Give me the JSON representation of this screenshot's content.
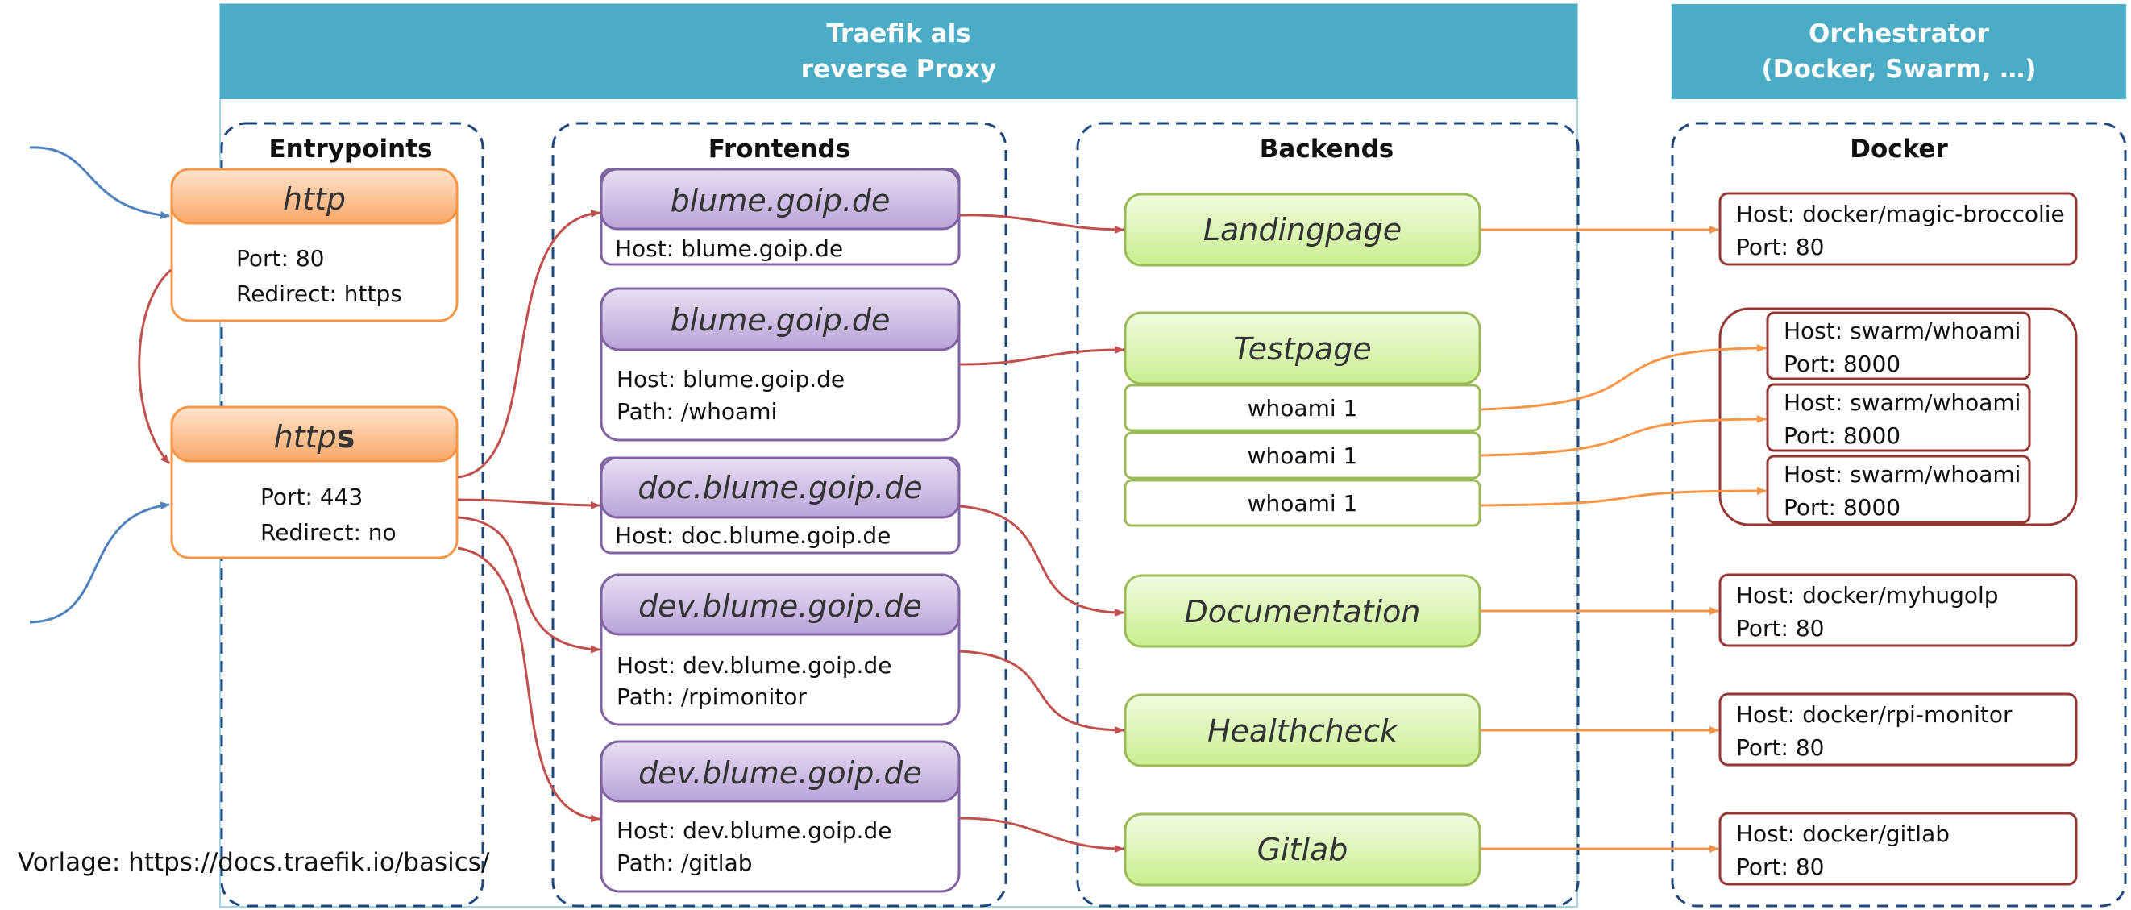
{
  "traefik_header": {
    "line1": "Traefik als",
    "line2": "reverse Proxy"
  },
  "orchestrator_header": {
    "line1": "Orchestrator",
    "line2": "(Docker, Swarm, …)"
  },
  "sections": {
    "entrypoints": "Entrypoints",
    "frontends": "Frontends",
    "backends": "Backends",
    "docker": "Docker"
  },
  "entrypoints": [
    {
      "name": "http",
      "port": "Port: 80",
      "redirect": "Redirect: https"
    },
    {
      "name": "http",
      "name_bold": "s",
      "port": "Port: 443",
      "redirect": "Redirect: no"
    }
  ],
  "frontends": [
    {
      "title": "blume.goip.de",
      "host": "Host: blume.goip.de"
    },
    {
      "title": "blume.goip.de",
      "host": "Host: blume.goip.de",
      "path": "Path: /whoami"
    },
    {
      "title": "doc.blume.goip.de",
      "host": "Host: doc.blume.goip.de"
    },
    {
      "title": "dev.blume.goip.de",
      "host": "Host: dev.blume.goip.de",
      "path": "Path: /rpimonitor"
    },
    {
      "title": "dev.blume.goip.de",
      "host": "Host: dev.blume.goip.de",
      "path": "Path: /gitlab"
    }
  ],
  "backends": [
    {
      "name": "Landingpage"
    },
    {
      "name": "Testpage",
      "servers": [
        "whoami 1",
        "whoami 1",
        "whoami 1"
      ]
    },
    {
      "name": "Documentation"
    },
    {
      "name": "Healthcheck"
    },
    {
      "name": "Gitlab"
    }
  ],
  "docker_services": [
    {
      "host": "Host: docker/magic-broccolie",
      "port": "Port: 80"
    },
    {
      "host": "Host: swarm/whoami",
      "port": "Port: 8000"
    },
    {
      "host": "Host: swarm/whoami",
      "port": "Port: 8000"
    },
    {
      "host": "Host: swarm/whoami",
      "port": "Port: 8000"
    },
    {
      "host": "Host: docker/myhugolp",
      "port": "Port: 80"
    },
    {
      "host": "Host: docker/rpi-monitor",
      "port": "Port: 80"
    },
    {
      "host": "Host: docker/gitlab",
      "port": "Port: 80"
    }
  ],
  "footer": "Vorlage: https://docs.traefik.io/basics/",
  "colors": {
    "header_bg": "#4BACC6",
    "entry_border": "#F79646",
    "entry_fill": "#FAC090",
    "front_border": "#8064A2",
    "front_fill": "#C9B8E0",
    "back_border": "#9BBB59",
    "back_fill": "#D7F2A8",
    "docker_border": "#943634",
    "group_border": "#1F497D",
    "arrow_red": "#C0504D",
    "arrow_orange": "#F79646",
    "arrow_blue": "#4F81BD"
  }
}
